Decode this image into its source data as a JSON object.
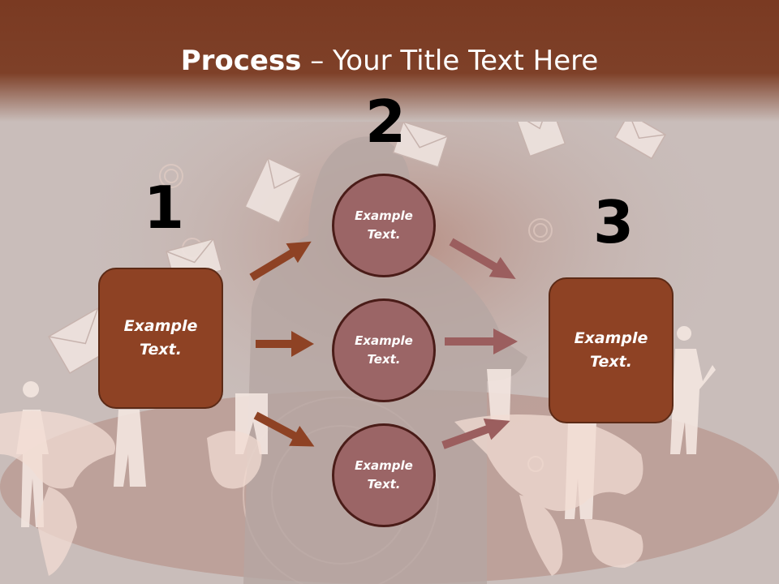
{
  "slide": {
    "title_bold": "Process",
    "title_rest": " – Your Title Text Here"
  },
  "steps": {
    "step1": {
      "number": "1",
      "label": "Example\nText."
    },
    "step2": {
      "number": "2"
    },
    "step3": {
      "number": "3",
      "label": "Example\nText."
    }
  },
  "circles": [
    {
      "label": "Example\nText."
    },
    {
      "label": "Example\nText."
    },
    {
      "label": "Example\nText."
    }
  ],
  "colors": {
    "header": "#7a3a22",
    "box": "#8e4224",
    "circle": "#9b6566",
    "arrow_left": "#8e4224",
    "arrow_right": "#9b5e5e",
    "background": "#c9bdba"
  }
}
